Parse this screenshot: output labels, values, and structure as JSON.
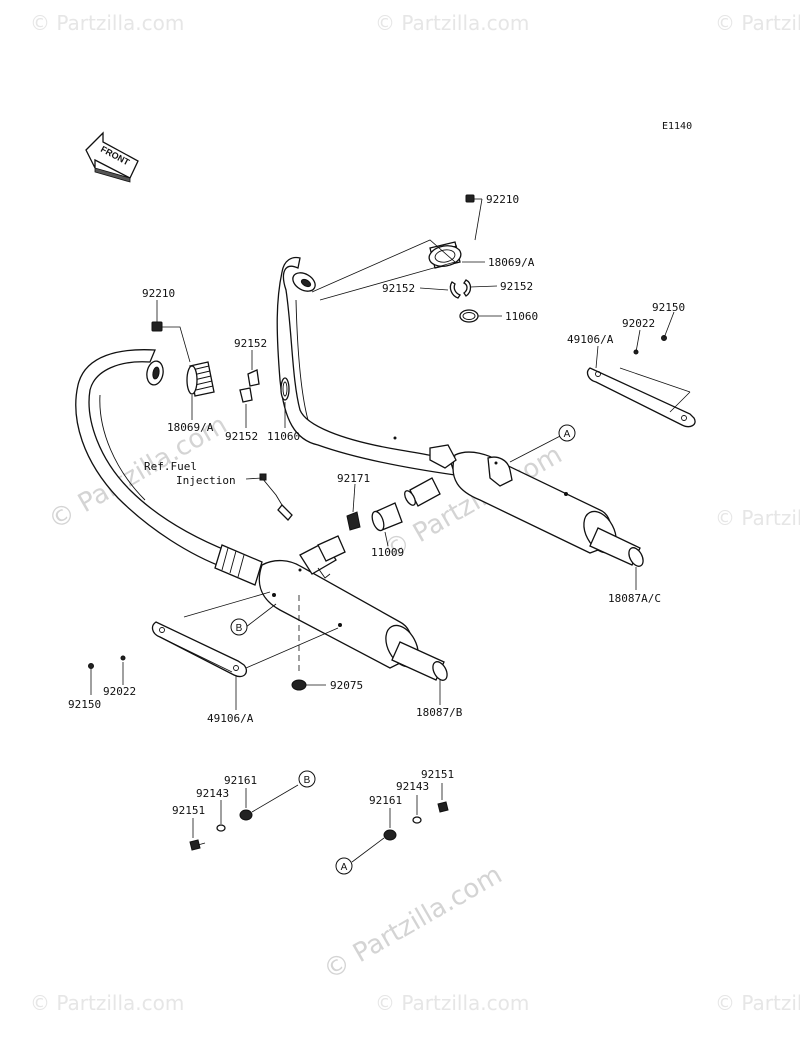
{
  "diagram": {
    "code": "E1140",
    "front_label": "FRONT",
    "ref_label_line1": "Ref.Fuel",
    "ref_label_line2": "Injection",
    "watermark": "© Partzilla.com",
    "watermark_small": "© Partzilla.com"
  },
  "callouts": {
    "a": "A",
    "b": "B"
  },
  "parts": {
    "p92210_top": "92210",
    "p18069_top": "18069/A",
    "p92152_left_top": "92152",
    "p92152_right_top": "92152",
    "p11060_top": "11060",
    "p92150_right": "92150",
    "p92022_right": "92022",
    "p49106_right": "49106/A",
    "p92210_left": "92210",
    "p92152_left_a": "92152",
    "p18069_left": "18069/A",
    "p92152_left_b": "92152",
    "p11060_left": "11060",
    "p92171": "92171",
    "p11009": "11009",
    "p18087_ac": "18087A/C",
    "p92150_left": "92150",
    "p92022_left": "92022",
    "p49106_left": "49106/A",
    "p92075": "92075",
    "p18087_b": "18087/B",
    "p92161_left": "92161",
    "p92143_left": "92143",
    "p92151_left": "92151",
    "p92151_right": "92151",
    "p92143_right": "92143",
    "p92161_right": "92161"
  }
}
